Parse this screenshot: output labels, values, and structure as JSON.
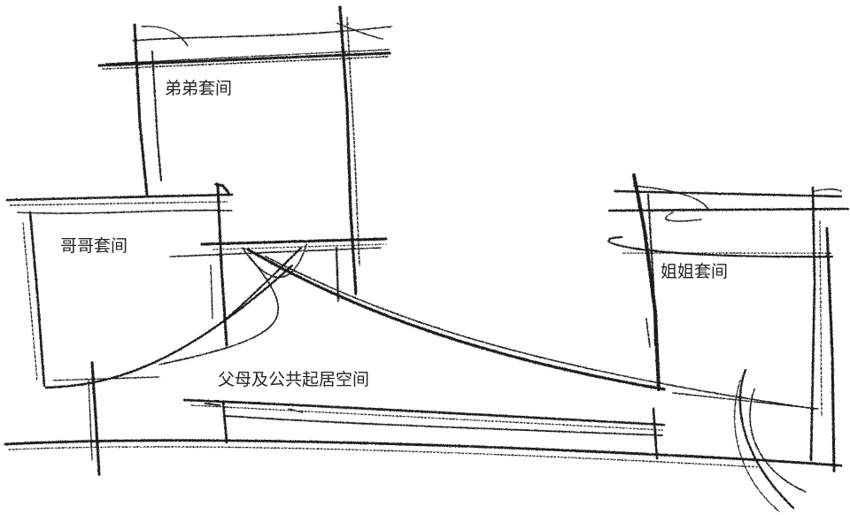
{
  "labels": {
    "younger_brother_suite": "弟弟套间",
    "older_brother_suite": "哥哥套间",
    "sister_suite": "姐姐套间",
    "parents_public_living": "父母及公共起居空间"
  },
  "colors": {
    "ink": "#1a1a1a",
    "paper": "#ffffff"
  }
}
